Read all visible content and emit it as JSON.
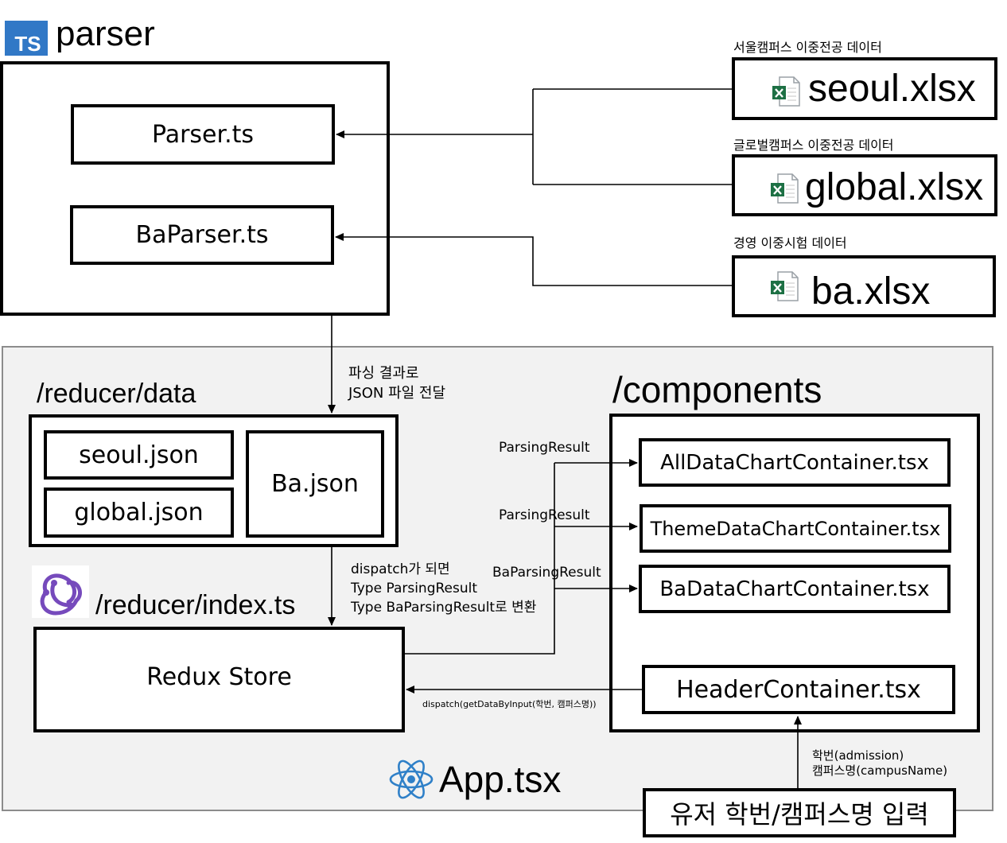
{
  "parser": {
    "badge": "TS",
    "title": "parser",
    "files": [
      "Parser.ts",
      "BaParser.ts"
    ]
  },
  "sources": [
    {
      "caption": "서울캠퍼스 이중전공 데이터",
      "file": "seoul.xlsx",
      "icon": "excel-file-icon"
    },
    {
      "caption": "글로벌캠퍼스 이중전공 데이터",
      "file": "global.xlsx",
      "icon": "excel-file-icon"
    },
    {
      "caption": "경영 이중시험 데이터",
      "file": "ba.xlsx",
      "icon": "excel-file-icon"
    }
  ],
  "transfer_note": {
    "line1": "파싱 결과로",
    "line2": "JSON 파일 전달"
  },
  "reducer_data": {
    "title": "/reducer/data",
    "files": [
      "seoul.json",
      "global.json",
      "Ba.json"
    ]
  },
  "reducer_index": {
    "title": "/reducer/index.ts",
    "store": "Redux Store",
    "icon": "redux-logo-icon"
  },
  "dispatch_note": {
    "line1": "dispatch가 되면",
    "line2": "Type ParsingResult",
    "line3": "Type BaParsingResult로 변환"
  },
  "components": {
    "title": "/components",
    "items": [
      "AllDataChartContainer.tsx",
      "ThemeDataChartContainer.tsx",
      "BaDataChartContainer.tsx",
      "HeaderContainer.tsx"
    ]
  },
  "edges": {
    "to_all": "ParsingResult",
    "to_theme": "ParsingResult",
    "to_ba": "BaParsingResult",
    "header_dispatch": "dispatch(getDataByInput(학번, 캠퍼스명))"
  },
  "input_note": {
    "line1": "학번(admission)",
    "line2": "캠퍼스명(campusName)"
  },
  "user_input": "유저 학번/캠퍼스명 입력",
  "app": {
    "title": "App.tsx",
    "icon": "react-logo-icon"
  },
  "colors": {
    "ts_blue": "#3178c6",
    "redux_purple": "#764abc",
    "react_blue": "#2f80c8",
    "excel_green": "#1d7044",
    "app_bg": "#f2f2f2"
  }
}
